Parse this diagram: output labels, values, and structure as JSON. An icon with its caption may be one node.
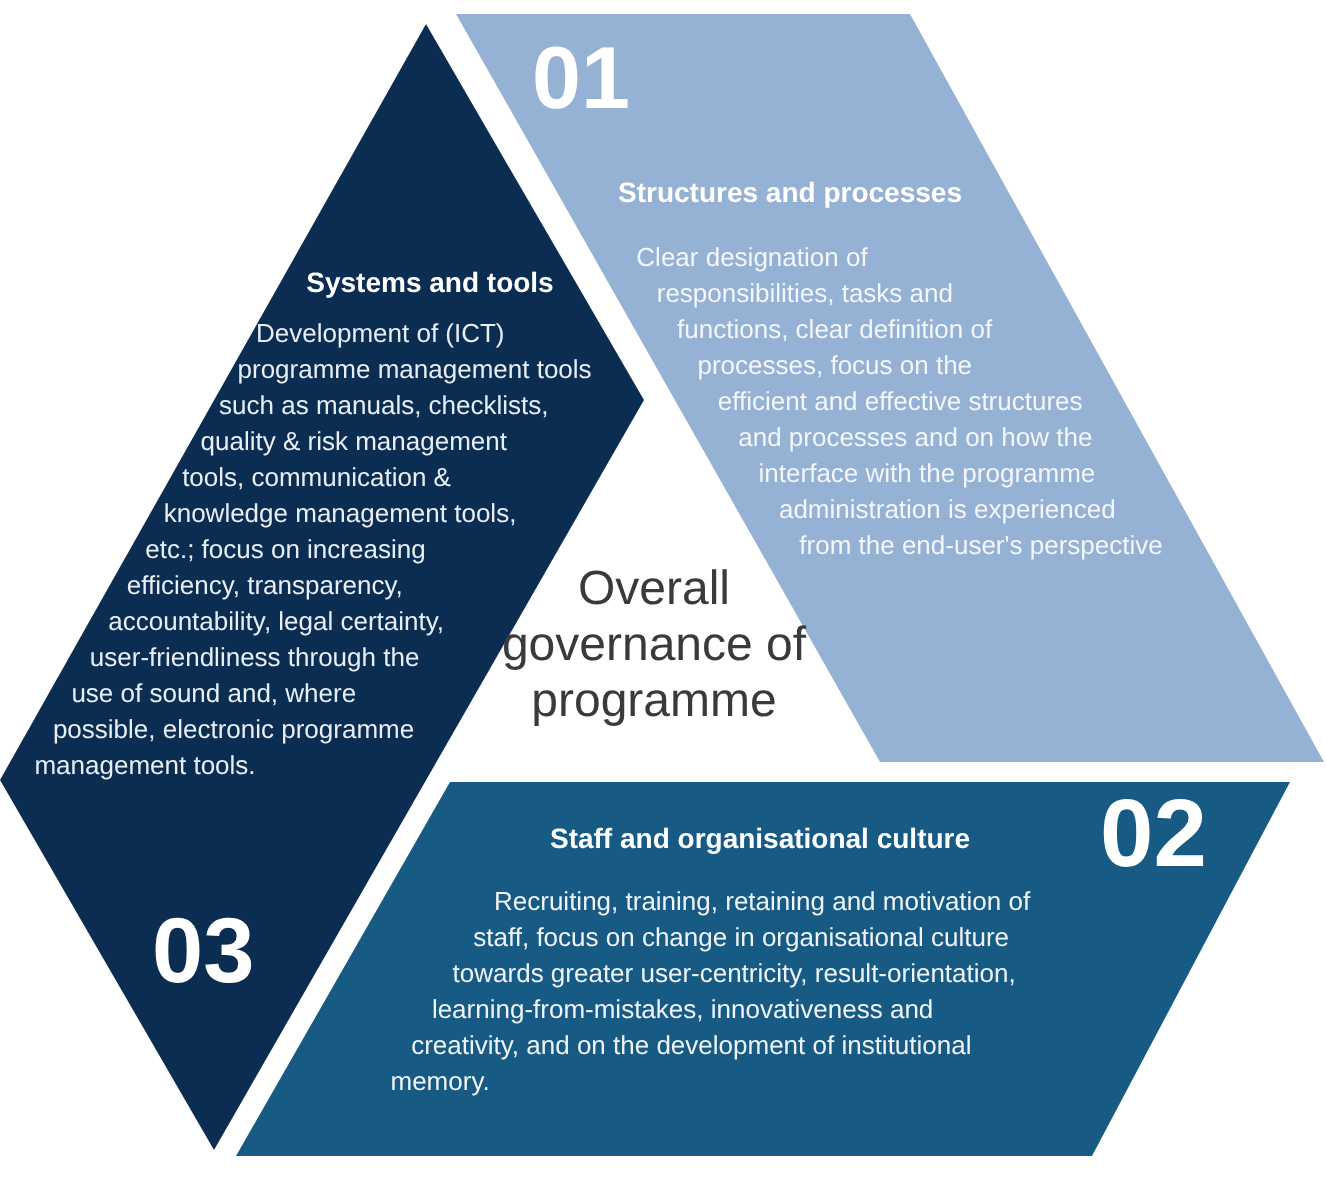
{
  "diagram": {
    "nodes": [
      {
        "text": [
          "01",
          "Structures and processes",
          "Clear designation of responsibilities, tasks and functions, clear definition of processes, focus on the efficient and effective structures and processes and on how the interface with the programme administration is experienced from the end-user's perspective"
        ]
      },
      {
        "text": [
          "Staff and organisational culture",
          "02",
          "Recruiting, training, retaining and motivation of staff, focus on change in organisational culture towards greater user-centricity, result-orientation, learning-from-mistakes, innovativeness and creativity, and on the development of institutional memory."
        ]
      },
      {
        "text": [
          "03",
          "Systems and tools",
          "Development of (ICT) programme management tools such as manuals, checklists, quality & risk management tools, communication & knowledge management tools, etc.; focus on increasing efficiency, transparency, accountability, legal certainty, user-friendliness through the use of sound and, where possible, electronic programme management tools."
        ]
      }
    ],
    "labels": [
      "Overall governance of programme"
    ]
  }
}
